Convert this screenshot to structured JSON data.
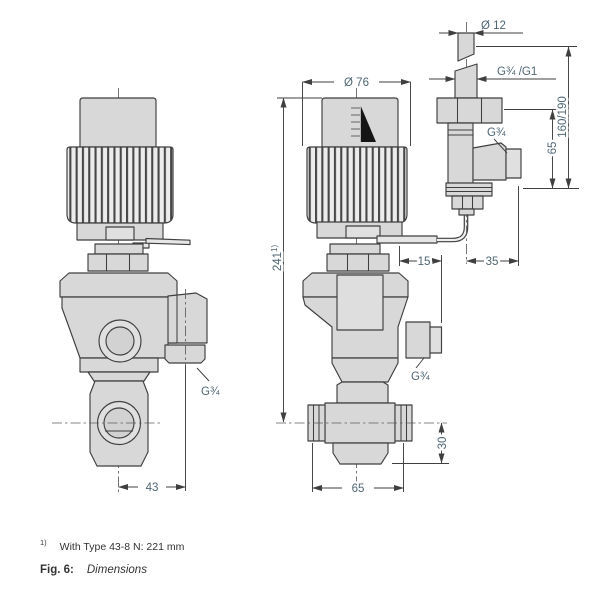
{
  "labels": {
    "probe_tip_diameter": "Ø 12",
    "probe_connection_thread": "G¾ /G1",
    "probe_pocket_thread": "G¾",
    "probe_immersion_length": "160/190",
    "probe_pocket_height": "65",
    "probe_center_offset": "35",
    "capillary_offset": "15",
    "total_height": "241",
    "total_height_note_marker": "1)",
    "handwheel_diameter": "Ø 76",
    "left_valve_outlet_thread": "G¾",
    "front_valve_outlet_thread": "G¾",
    "outlet_below_center": "30",
    "body_width": "65",
    "outlet_depth": "43"
  },
  "footnote": {
    "marker": "1)",
    "text": "With Type 43-8 N: 221 mm"
  },
  "caption": {
    "label": "Fig. 6:",
    "text": "Dimensions"
  },
  "colors": {
    "line": "#3f3f3f",
    "body_fill": "#d8d8d8",
    "dimension_text": "#4f6673"
  }
}
